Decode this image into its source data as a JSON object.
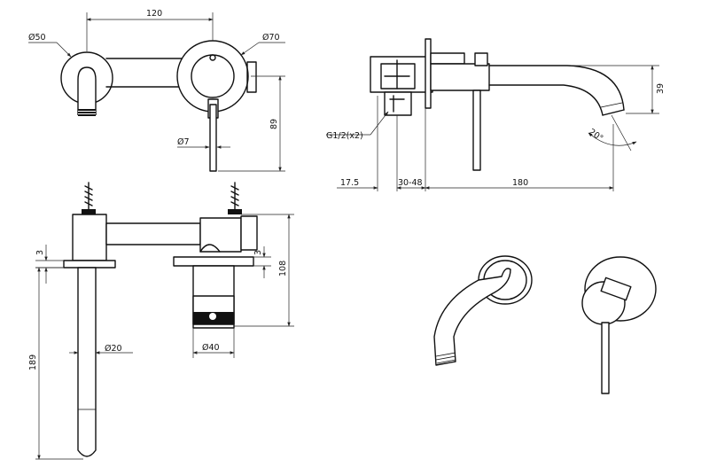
{
  "drawing": {
    "dimensions": {
      "d120": "120",
      "dia50": "Ø50",
      "dia70": "Ø70",
      "dia7": "Ø7",
      "d89": "89",
      "d3a": "3",
      "d3b": "3",
      "d108": "108",
      "d189": "189",
      "dia20": "Ø20",
      "dia40": "Ø40",
      "g12": "G1/2(x2)",
      "d17_5": "17.5",
      "d30_48": "30-48",
      "d180": "180",
      "d39": "39",
      "a20": "20°"
    }
  }
}
